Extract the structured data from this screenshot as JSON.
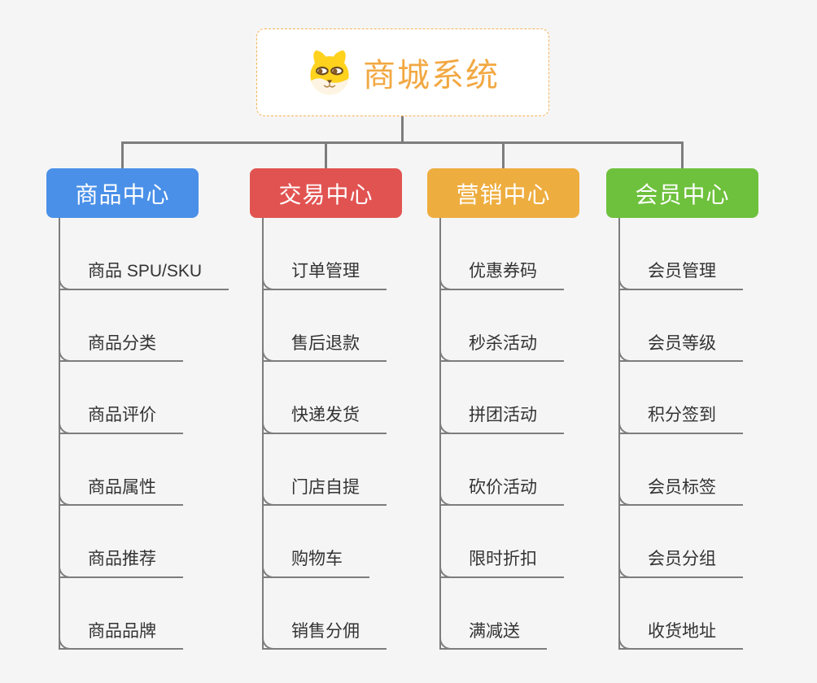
{
  "page": {
    "background_color": "#f5f5f5",
    "connector_color": "#7d7d7d"
  },
  "root": {
    "title": "商城系统",
    "icon": "dog-face-icon",
    "text_color": "#f2a842",
    "border_color": "#f5b35a"
  },
  "branches": [
    {
      "label": "商品中心",
      "color": "#4a90e8",
      "items": [
        "商品 SPU/SKU",
        "商品分类",
        "商品评价",
        "商品属性",
        "商品推荐",
        "商品品牌"
      ]
    },
    {
      "label": "交易中心",
      "color": "#e15351",
      "items": [
        "订单管理",
        "售后退款",
        "快递发货",
        "门店自提",
        "购物车",
        "销售分佣"
      ]
    },
    {
      "label": "营销中心",
      "color": "#eead3f",
      "items": [
        "优惠券码",
        "秒杀活动",
        "拼团活动",
        "砍价活动",
        "限时折扣",
        "满减送"
      ]
    },
    {
      "label": "会员中心",
      "color": "#6ec13c",
      "items": [
        "会员管理",
        "会员等级",
        "积分签到",
        "会员标签",
        "会员分组",
        "收货地址"
      ]
    }
  ]
}
